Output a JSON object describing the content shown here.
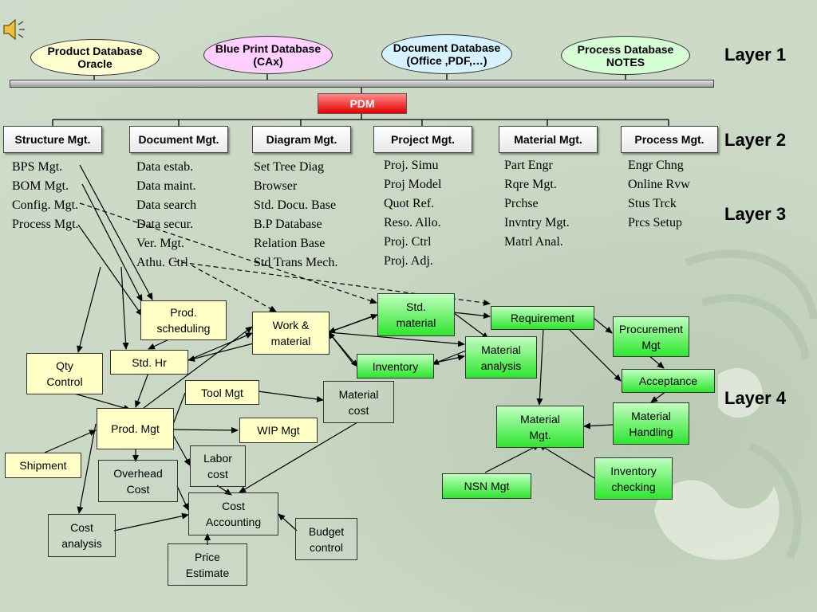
{
  "layer1": {
    "databases": [
      {
        "line1": "Product Database",
        "line2": "Oracle",
        "color": "#ffffd0"
      },
      {
        "line1": "Blue Print Database",
        "line2": "(CAx)",
        "color": "#ffd0ff"
      },
      {
        "line1": "Document Database",
        "line2": "(Office ,PDF,…)",
        "color": "#d6f2ff"
      },
      {
        "line1": "Process Database",
        "line2": "NOTES",
        "color": "#d6ffd6"
      }
    ],
    "label": "Layer 1"
  },
  "pdm": "PDM",
  "layer2": {
    "label": "Layer 2",
    "modules": [
      "Structure Mgt.",
      "Document Mgt.",
      "Diagram Mgt.",
      "Project  Mgt.",
      "Material Mgt.",
      "Process Mgt."
    ]
  },
  "layer3": {
    "label": "Layer 3",
    "lists": [
      [
        "BPS Mgt.",
        "BOM Mgt.",
        "Config. Mgt.",
        "Process Mgt."
      ],
      [
        "Data estab.",
        "Data maint.",
        "Data search",
        "Data secur.",
        "Ver. Mgt.",
        "Athu. Ctrl"
      ],
      [
        "Set Tree Diag",
        "Browser",
        "Std. Docu. Base",
        "B.P Database",
        "Relation Base",
        "Std Trans Mech."
      ],
      [
        "Proj. Simu",
        "Proj Model",
        "Quot Ref.",
        "Reso. Allo.",
        "Proj. Ctrl",
        "Proj. Adj."
      ],
      [
        "Part Engr",
        "Rqre Mgt.",
        "Prchse",
        "Invntry Mgt.",
        "Matrl Anal."
      ],
      [
        "Engr Chng",
        "Online Rvw",
        "Stus Trck",
        "Prcs Setup"
      ]
    ]
  },
  "layer4": {
    "label": "Layer 4",
    "nodes": {
      "prod_scheduling": [
        "Prod.",
        "scheduling"
      ],
      "work_material": [
        "Work &",
        "material"
      ],
      "std_material": [
        "Std.",
        "material"
      ],
      "requirement": [
        "Requirement"
      ],
      "procurement": [
        "Procurement",
        "Mgt"
      ],
      "qty_control": [
        "Qty",
        "Control"
      ],
      "std_hr": [
        "Std. Hr"
      ],
      "inventory": [
        "Inventory"
      ],
      "material_analysis": [
        "Material",
        "analysis"
      ],
      "acceptance": [
        "Acceptance"
      ],
      "tool_mgt": [
        "Tool Mgt"
      ],
      "material_cost": [
        "Material",
        "cost"
      ],
      "material_mgt": [
        "Material",
        "Mgt."
      ],
      "material_handling": [
        "Material",
        "Handling"
      ],
      "prod_mgt": [
        "Prod. Mgt"
      ],
      "wip_mgt": [
        "WIP Mgt"
      ],
      "shipment": [
        "Shipment"
      ],
      "labor_cost": [
        "Labor",
        "cost"
      ],
      "overhead_cost": [
        "Overhead",
        "Cost"
      ],
      "inventory_checking": [
        "Inventory",
        "checking"
      ],
      "nsn_mgt": [
        "NSN Mgt"
      ],
      "cost_accounting": [
        "Cost",
        "Accounting"
      ],
      "budget_control": [
        "Budget",
        "control"
      ],
      "cost_analysis": [
        "Cost",
        "analysis"
      ],
      "price_estimate": [
        "Price",
        "Estimate"
      ]
    }
  }
}
